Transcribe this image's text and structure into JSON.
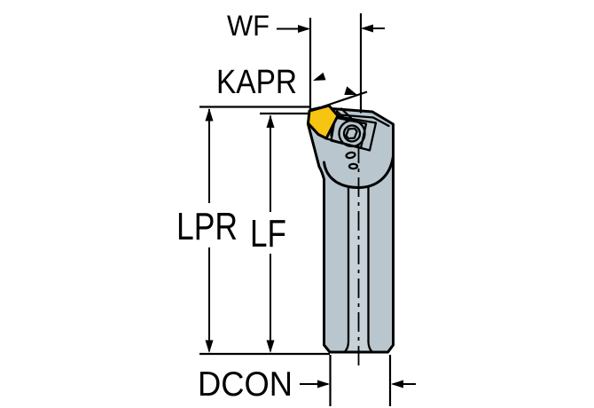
{
  "page": {
    "background": "#ffffff"
  },
  "diagram": {
    "type": "technical dimension drawing",
    "subject": "turning tool holder, side view with indexable insert",
    "labels": {
      "wf": "WF",
      "kapr": "KAPR",
      "lpr": "LPR",
      "lf": "LF",
      "dcon": "DCON"
    }
  },
  "colors": {
    "tool_body": "#b9c6ce",
    "tool_body_light": "#c6d1d8",
    "insert": "#f6c411"
  }
}
